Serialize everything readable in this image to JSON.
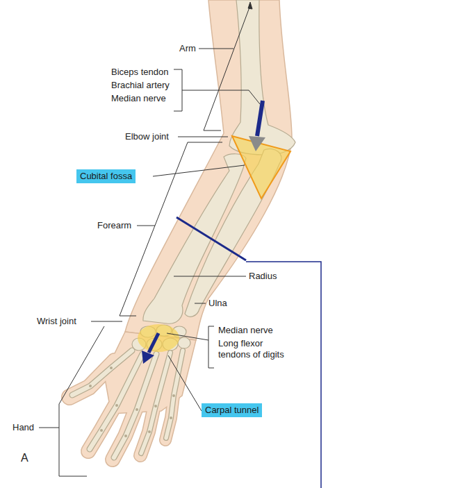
{
  "diagram": {
    "nodes": [
      {
        "text": [
          "Cubital fossa"
        ]
      },
      {
        "text": [
          "Carpal tunnel"
        ]
      }
    ],
    "labels": [
      "Arm",
      "Biceps tendon",
      "Brachial artery",
      "Median nerve",
      "Elbow joint",
      "Forearm",
      "Radius",
      "Ulna",
      "Wrist joint",
      "Median nerve",
      "Long flexor tendons of digits",
      "Hand",
      "A"
    ]
  }
}
